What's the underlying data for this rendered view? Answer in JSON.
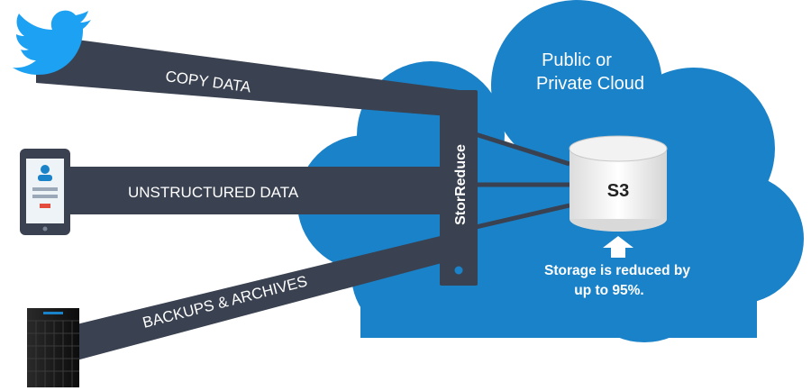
{
  "cloud": {
    "title_line1": "Public or",
    "title_line2": "Private Cloud",
    "color": "#1a82c8"
  },
  "streams": {
    "copy_data": "COPY DATA",
    "unstructured_data": "UNSTRUCTURED DATA",
    "backups_archives": "BACKUPS & ARCHIVES",
    "color": "#3a4150"
  },
  "appliance": {
    "label": "StorReduce",
    "color": "#3a4150"
  },
  "s3": {
    "label": "S3"
  },
  "note": {
    "line1": "Storage is reduced by",
    "line2": "up to 95%."
  },
  "icons": {
    "source_top": "twitter-bird-icon",
    "source_middle": "tablet-profile-icon",
    "source_bottom": "server-rack-icon",
    "twitter_color": "#1da1f2"
  }
}
